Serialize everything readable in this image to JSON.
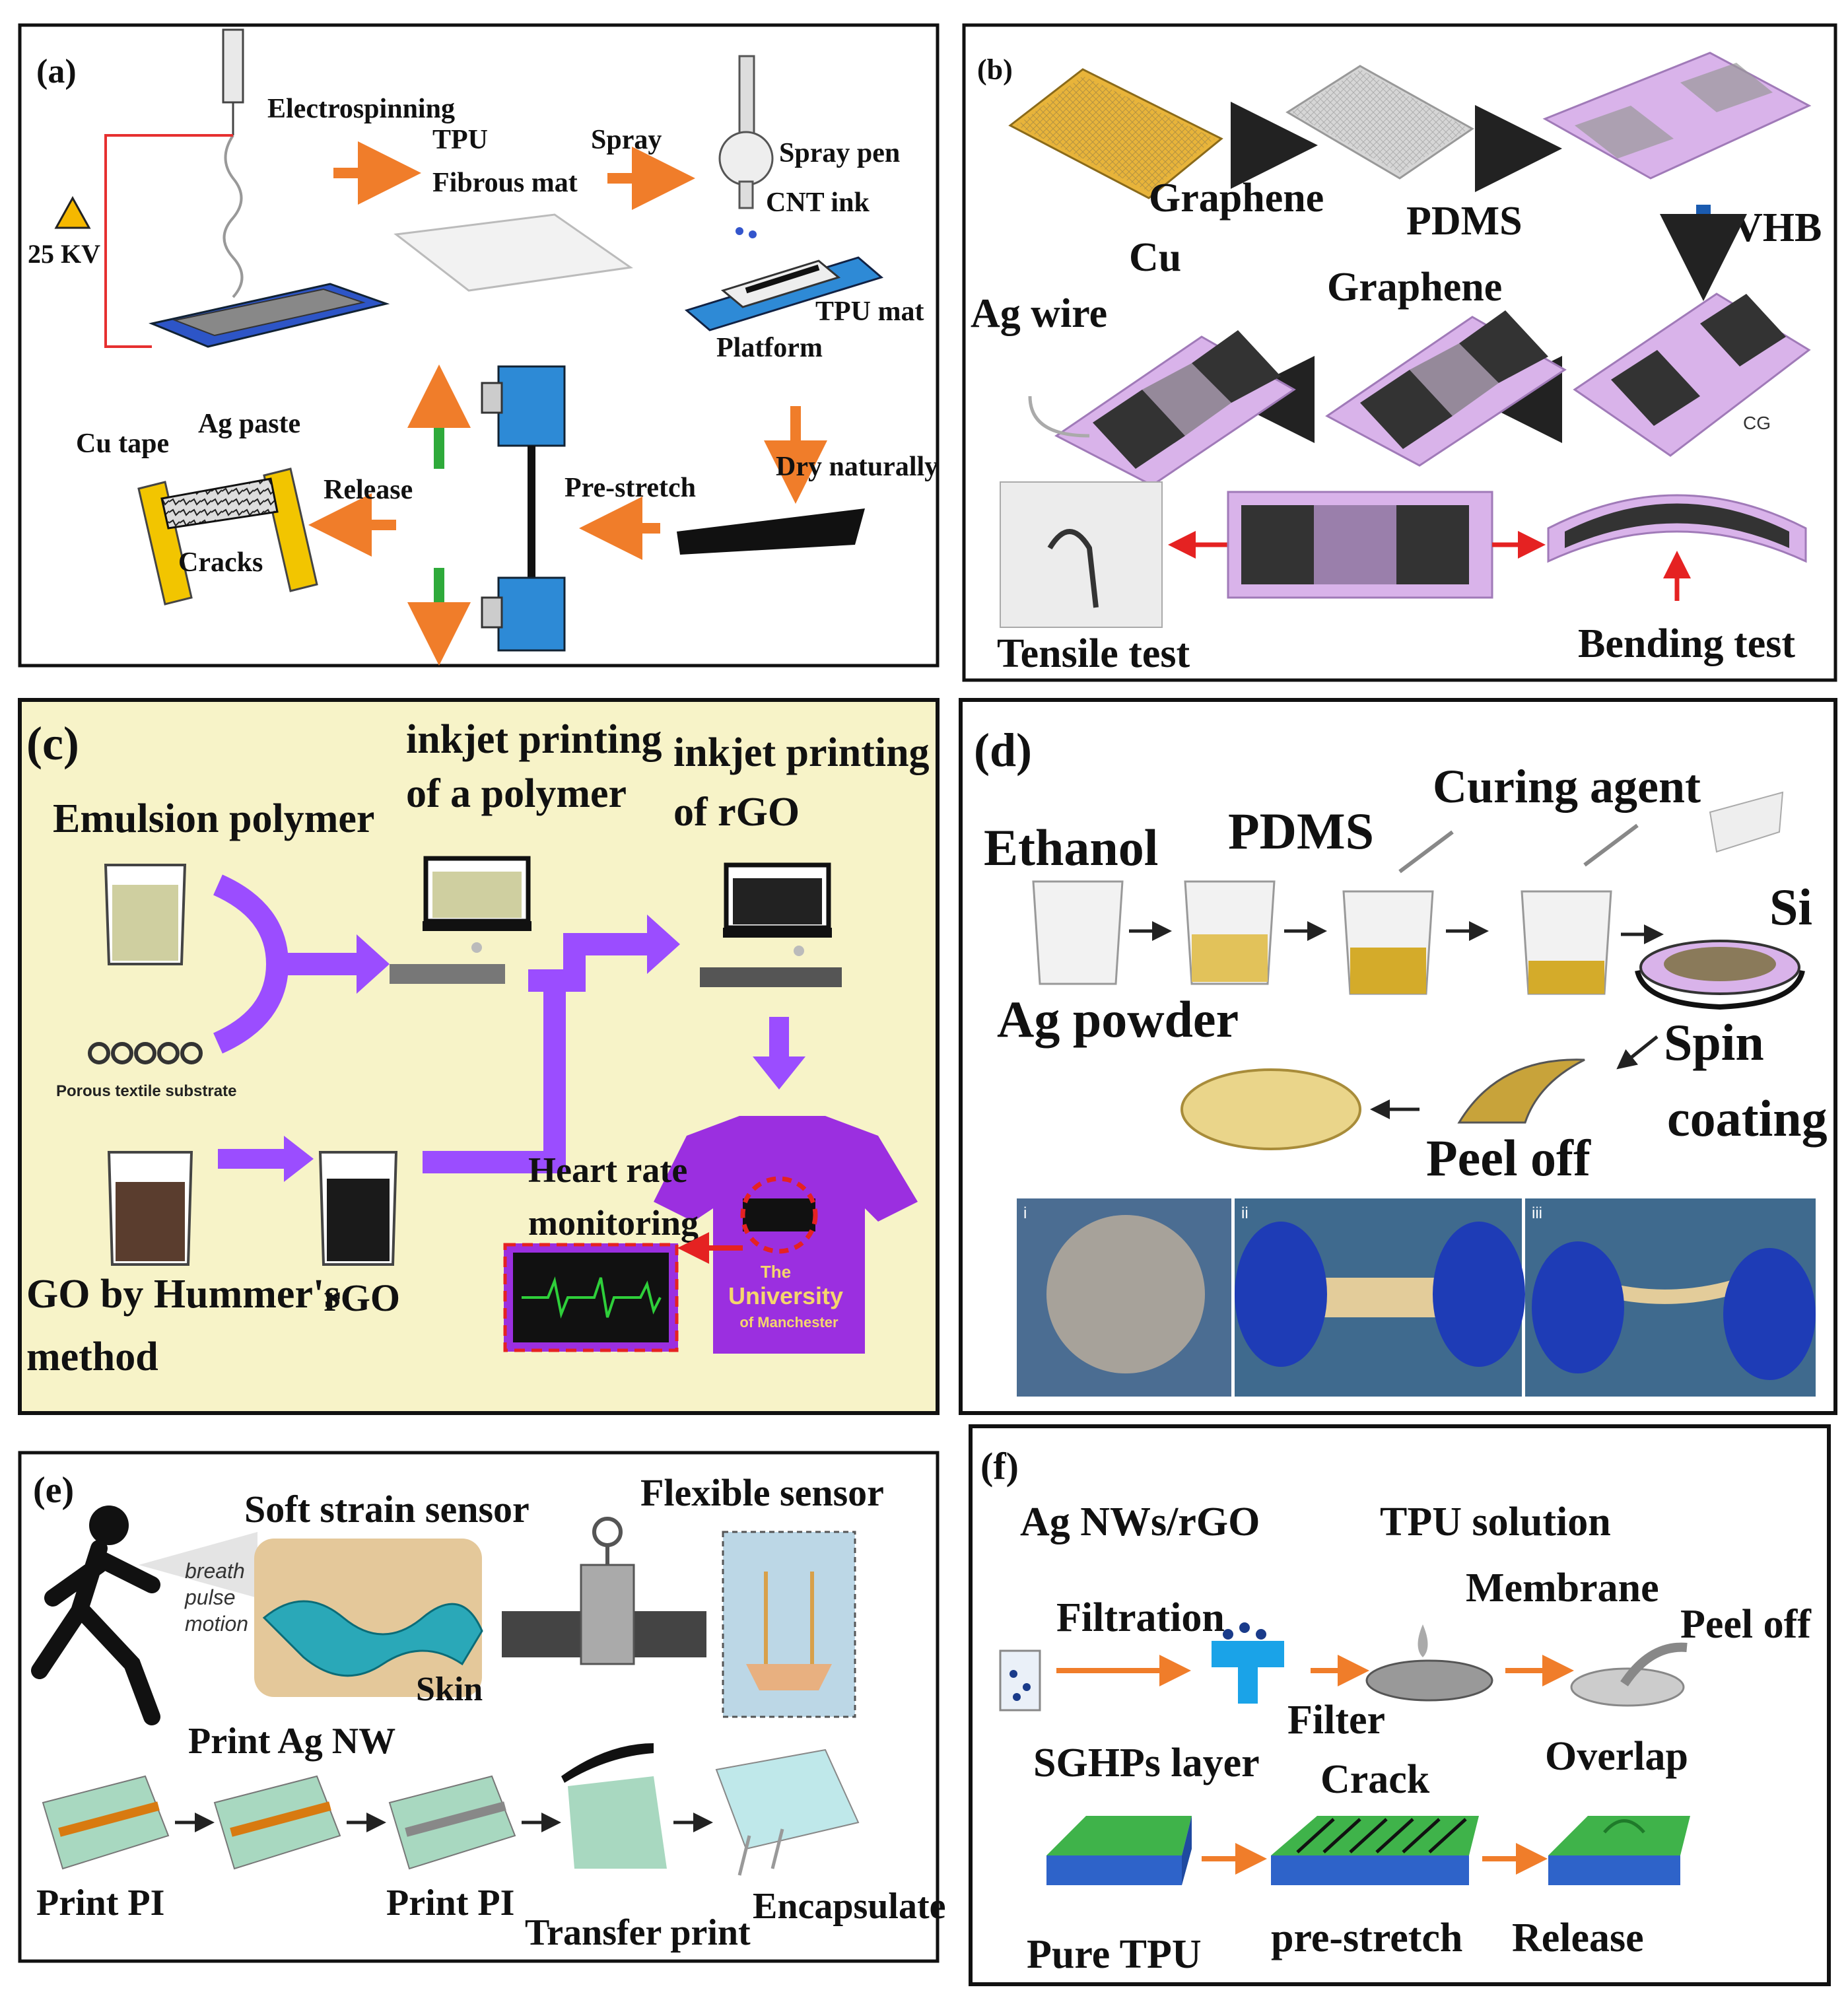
{
  "colors": {
    "arrow_orange": "#f07d2a",
    "arrow_blue": "#1a5bb0",
    "arrow_purple": "#9b4dff",
    "panel_c_bg": "#f7f3c8",
    "vhb_pink": "#d9b3ea",
    "tpu_blue": "#2e63c9",
    "green_layer": "#3fb34a",
    "cu_yellow": "#e8b43a"
  },
  "panel_a": {
    "label": "(a)",
    "electrospinning": "Electrospinning",
    "voltage": "25 KV",
    "tpu": "TPU",
    "fibrous_mat": "Fibrous mat",
    "spray": "Spray",
    "spray_pen": "Spray pen",
    "cnt_ink": "CNT ink",
    "tpu_mat": "TPU mat",
    "platform": "Platform",
    "dry_naturally": "Dry naturally",
    "pre_stretch": "Pre-stretch",
    "release": "Release",
    "cu_tape": "Cu tape",
    "ag_paste": "Ag paste",
    "cracks": "Cracks"
  },
  "panel_b": {
    "label": "(b)",
    "graphene_top": "Graphene",
    "cu": "Cu",
    "pdms": "PDMS",
    "vhb": "VHB",
    "ag_wire": "Ag wire",
    "graphene_mid": "Graphene",
    "cg": "CG",
    "tensile_test": "Tensile test",
    "bending_test": "Bending test"
  },
  "panel_c": {
    "label": "(c)",
    "inkjet_polymer_1": "inkjet printing",
    "inkjet_polymer_2": "of a polymer",
    "inkjet_rgo_1": "inkjet printing",
    "inkjet_rgo_2": "of rGO",
    "emulsion_polymer": "Emulsion polymer",
    "porous_substrate": "Porous textile substrate",
    "go_hummers_1": "GO by Hummer's",
    "go_hummers_2": "method",
    "rgo": "rGO",
    "heart_rate_1": "Heart rate",
    "heart_rate_2": "monitoring",
    "shirt_text_1": "The",
    "shirt_text_2": "University",
    "shirt_text_3": "of Manchester"
  },
  "panel_d": {
    "label": "(d)",
    "ethanol": "Ethanol",
    "pdms": "PDMS",
    "curing_agent": "Curing agent",
    "si": "Si",
    "ag_powder": "Ag powder",
    "spin": "Spin",
    "coating": "coating",
    "peel_off": "Peel off",
    "photo_i": "i",
    "photo_ii": "ii",
    "photo_iii": "iii"
  },
  "panel_e": {
    "label": "(e)",
    "soft_strain_sensor": "Soft strain sensor",
    "flexible_sensor": "Flexible sensor",
    "breath": "breath",
    "pulse": "pulse",
    "motion": "motion",
    "skin": "Skin",
    "print_ag_nw": "Print Ag NW",
    "print_pi_1": "Print PI",
    "print_pi_2": "Print PI",
    "transfer_print": "Transfer print",
    "encapsulate": "Encapsulate"
  },
  "panel_f": {
    "label": "(f)",
    "ag_nws_rgo": "Ag NWs/rGO",
    "tpu_solution": "TPU solution",
    "filtration": "Filtration",
    "membrane": "Membrane",
    "peel_off": "Peel off",
    "filter": "Filter",
    "sghps_layer": "SGHPs layer",
    "crack": "Crack",
    "overlap": "Overlap",
    "pure_tpu": "Pure TPU",
    "pre_stretch": "pre-stretch",
    "release": "Release"
  }
}
